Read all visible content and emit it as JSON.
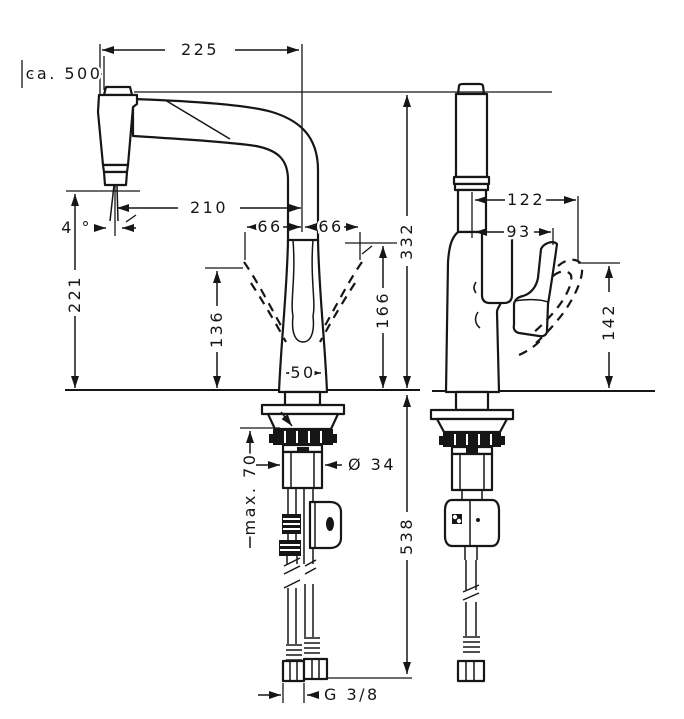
{
  "drawing": {
    "ink_color": "#161616",
    "background_color": "#ffffff",
    "labels": {
      "top_width": "225",
      "hose_pullout": "ca. 500",
      "spout_reach": "210",
      "swivel_left": "66",
      "swivel_right": "66",
      "spray_angle": "4 °",
      "outlet_height": "221",
      "mid_height": "136",
      "ref_height": "166",
      "total_height": "332",
      "base_width": "50",
      "front_reach": "122",
      "handle_reach": "93",
      "handle_height": "142",
      "mount_depth": "max. 70",
      "shank_diameter": "Ø 34",
      "below_counter_length": "538",
      "thread_size": "G 3/8"
    }
  }
}
